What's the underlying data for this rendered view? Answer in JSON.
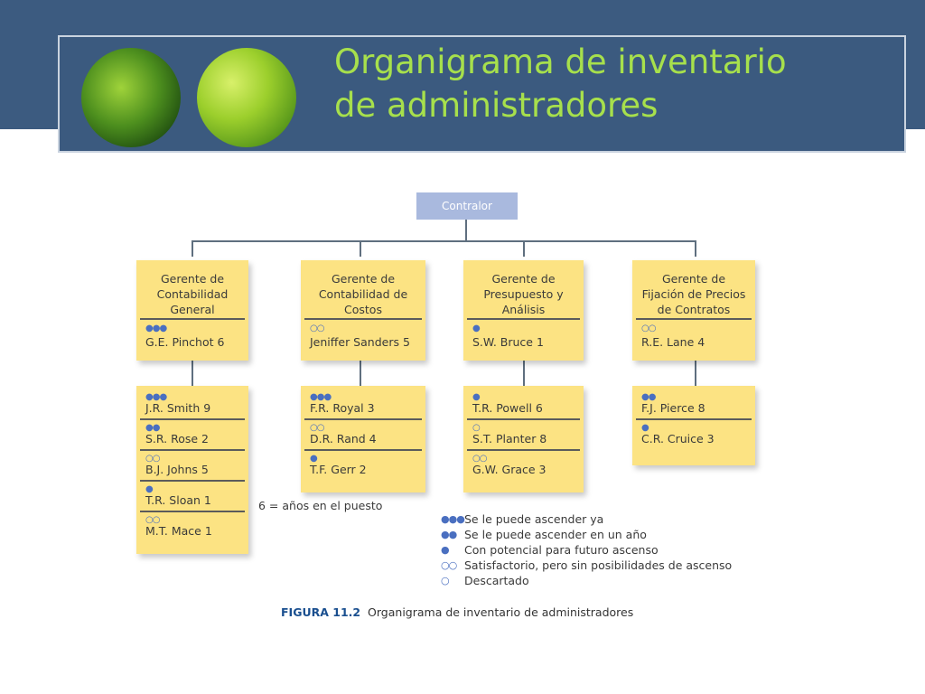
{
  "slide": {
    "title_line1": "Organigrama de inventario",
    "title_line2": "de administradores"
  },
  "chart": {
    "root": "Contralor",
    "columns": [
      {
        "manager_title": [
          "Gerente de",
          "Contabilidad",
          "General"
        ],
        "manager": {
          "status": "●●●",
          "name": "G.E. Pinchot 6"
        },
        "staff": [
          {
            "status": "●●●",
            "name": "J.R. Smith 9"
          },
          {
            "status": "●●",
            "name": "S.R. Rose 2"
          },
          {
            "status": "○○",
            "name": "B.J. Johns 5"
          },
          {
            "status": "●",
            "name": "T.R. Sloan 1"
          },
          {
            "status": "○○",
            "name": "M.T. Mace 1"
          }
        ]
      },
      {
        "manager_title": [
          "Gerente de",
          "Contabilidad de",
          "Costos"
        ],
        "manager": {
          "status": "○○",
          "name": "Jeniffer Sanders 5"
        },
        "staff": [
          {
            "status": "●●●",
            "name": "F.R. Royal 3"
          },
          {
            "status": "○○",
            "name": "D.R. Rand 4"
          },
          {
            "status": "●",
            "name": "T.F. Gerr 2"
          }
        ]
      },
      {
        "manager_title": [
          "Gerente de",
          "Presupuesto y",
          "Análisis"
        ],
        "manager": {
          "status": "●",
          "name": "S.W. Bruce 1"
        },
        "staff": [
          {
            "status": "●",
            "name": "T.R. Powell 6"
          },
          {
            "status": "○",
            "name": "S.T. Planter 8"
          },
          {
            "status": "○○",
            "name": "G.W. Grace 3"
          }
        ]
      },
      {
        "manager_title": [
          "Gerente de",
          "Fijación de Precios",
          "de Contratos"
        ],
        "manager": {
          "status": "○○",
          "name": "R.E. Lane 4"
        },
        "staff": [
          {
            "status": "●●",
            "name": "F.J. Pierce 8"
          },
          {
            "status": "●",
            "name": "C.R. Cruice 3"
          }
        ]
      }
    ],
    "years_note": "6 = años en el puesto",
    "legend": [
      {
        "symbol": "●●●",
        "label": "Se le puede ascender ya"
      },
      {
        "symbol": "●●",
        "label": "Se le puede ascender en un año"
      },
      {
        "symbol": "●",
        "label": "Con potencial para futuro ascenso"
      },
      {
        "symbol": "○○",
        "label": "Satisfactorio, pero sin posibilidades de ascenso"
      },
      {
        "symbol": "○",
        "label": "Descartado"
      }
    ],
    "caption_label": "FIGURA 11.2",
    "caption_text": "Organigrama de inventario de administradores"
  }
}
